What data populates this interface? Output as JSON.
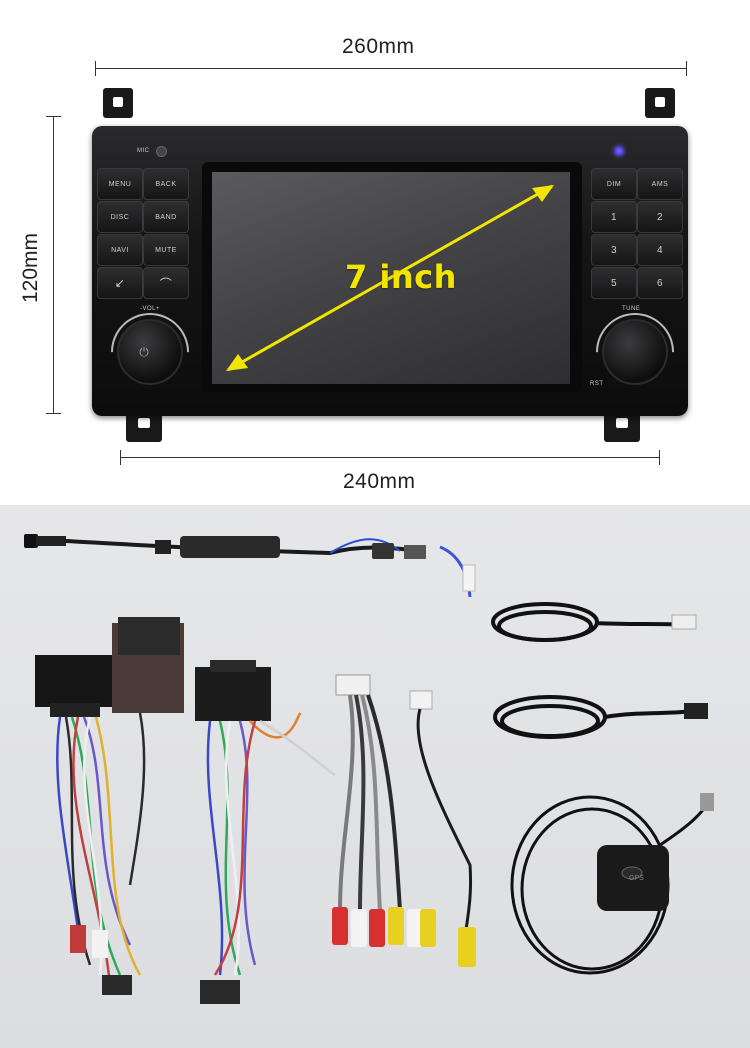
{
  "dimensions": {
    "width_top": "260mm",
    "width_bottom": "240mm",
    "height": "120mm"
  },
  "screen": {
    "diagonal_label": "7 inch"
  },
  "buttons_left": [
    "MENU",
    "BACK",
    "DISC",
    "BAND",
    "NAVI",
    "MUTE"
  ],
  "buttons_right": [
    "DIM",
    "AMS",
    "1",
    "2",
    "3",
    "4",
    "5",
    "6"
  ],
  "labels": {
    "mic": "MIC",
    "volume": "-VOL+",
    "tune": "TUNE",
    "reset": "RST",
    "gps": "GPS"
  },
  "colors": {
    "arrow": "#f2e600",
    "led": "#5a4ce6"
  }
}
